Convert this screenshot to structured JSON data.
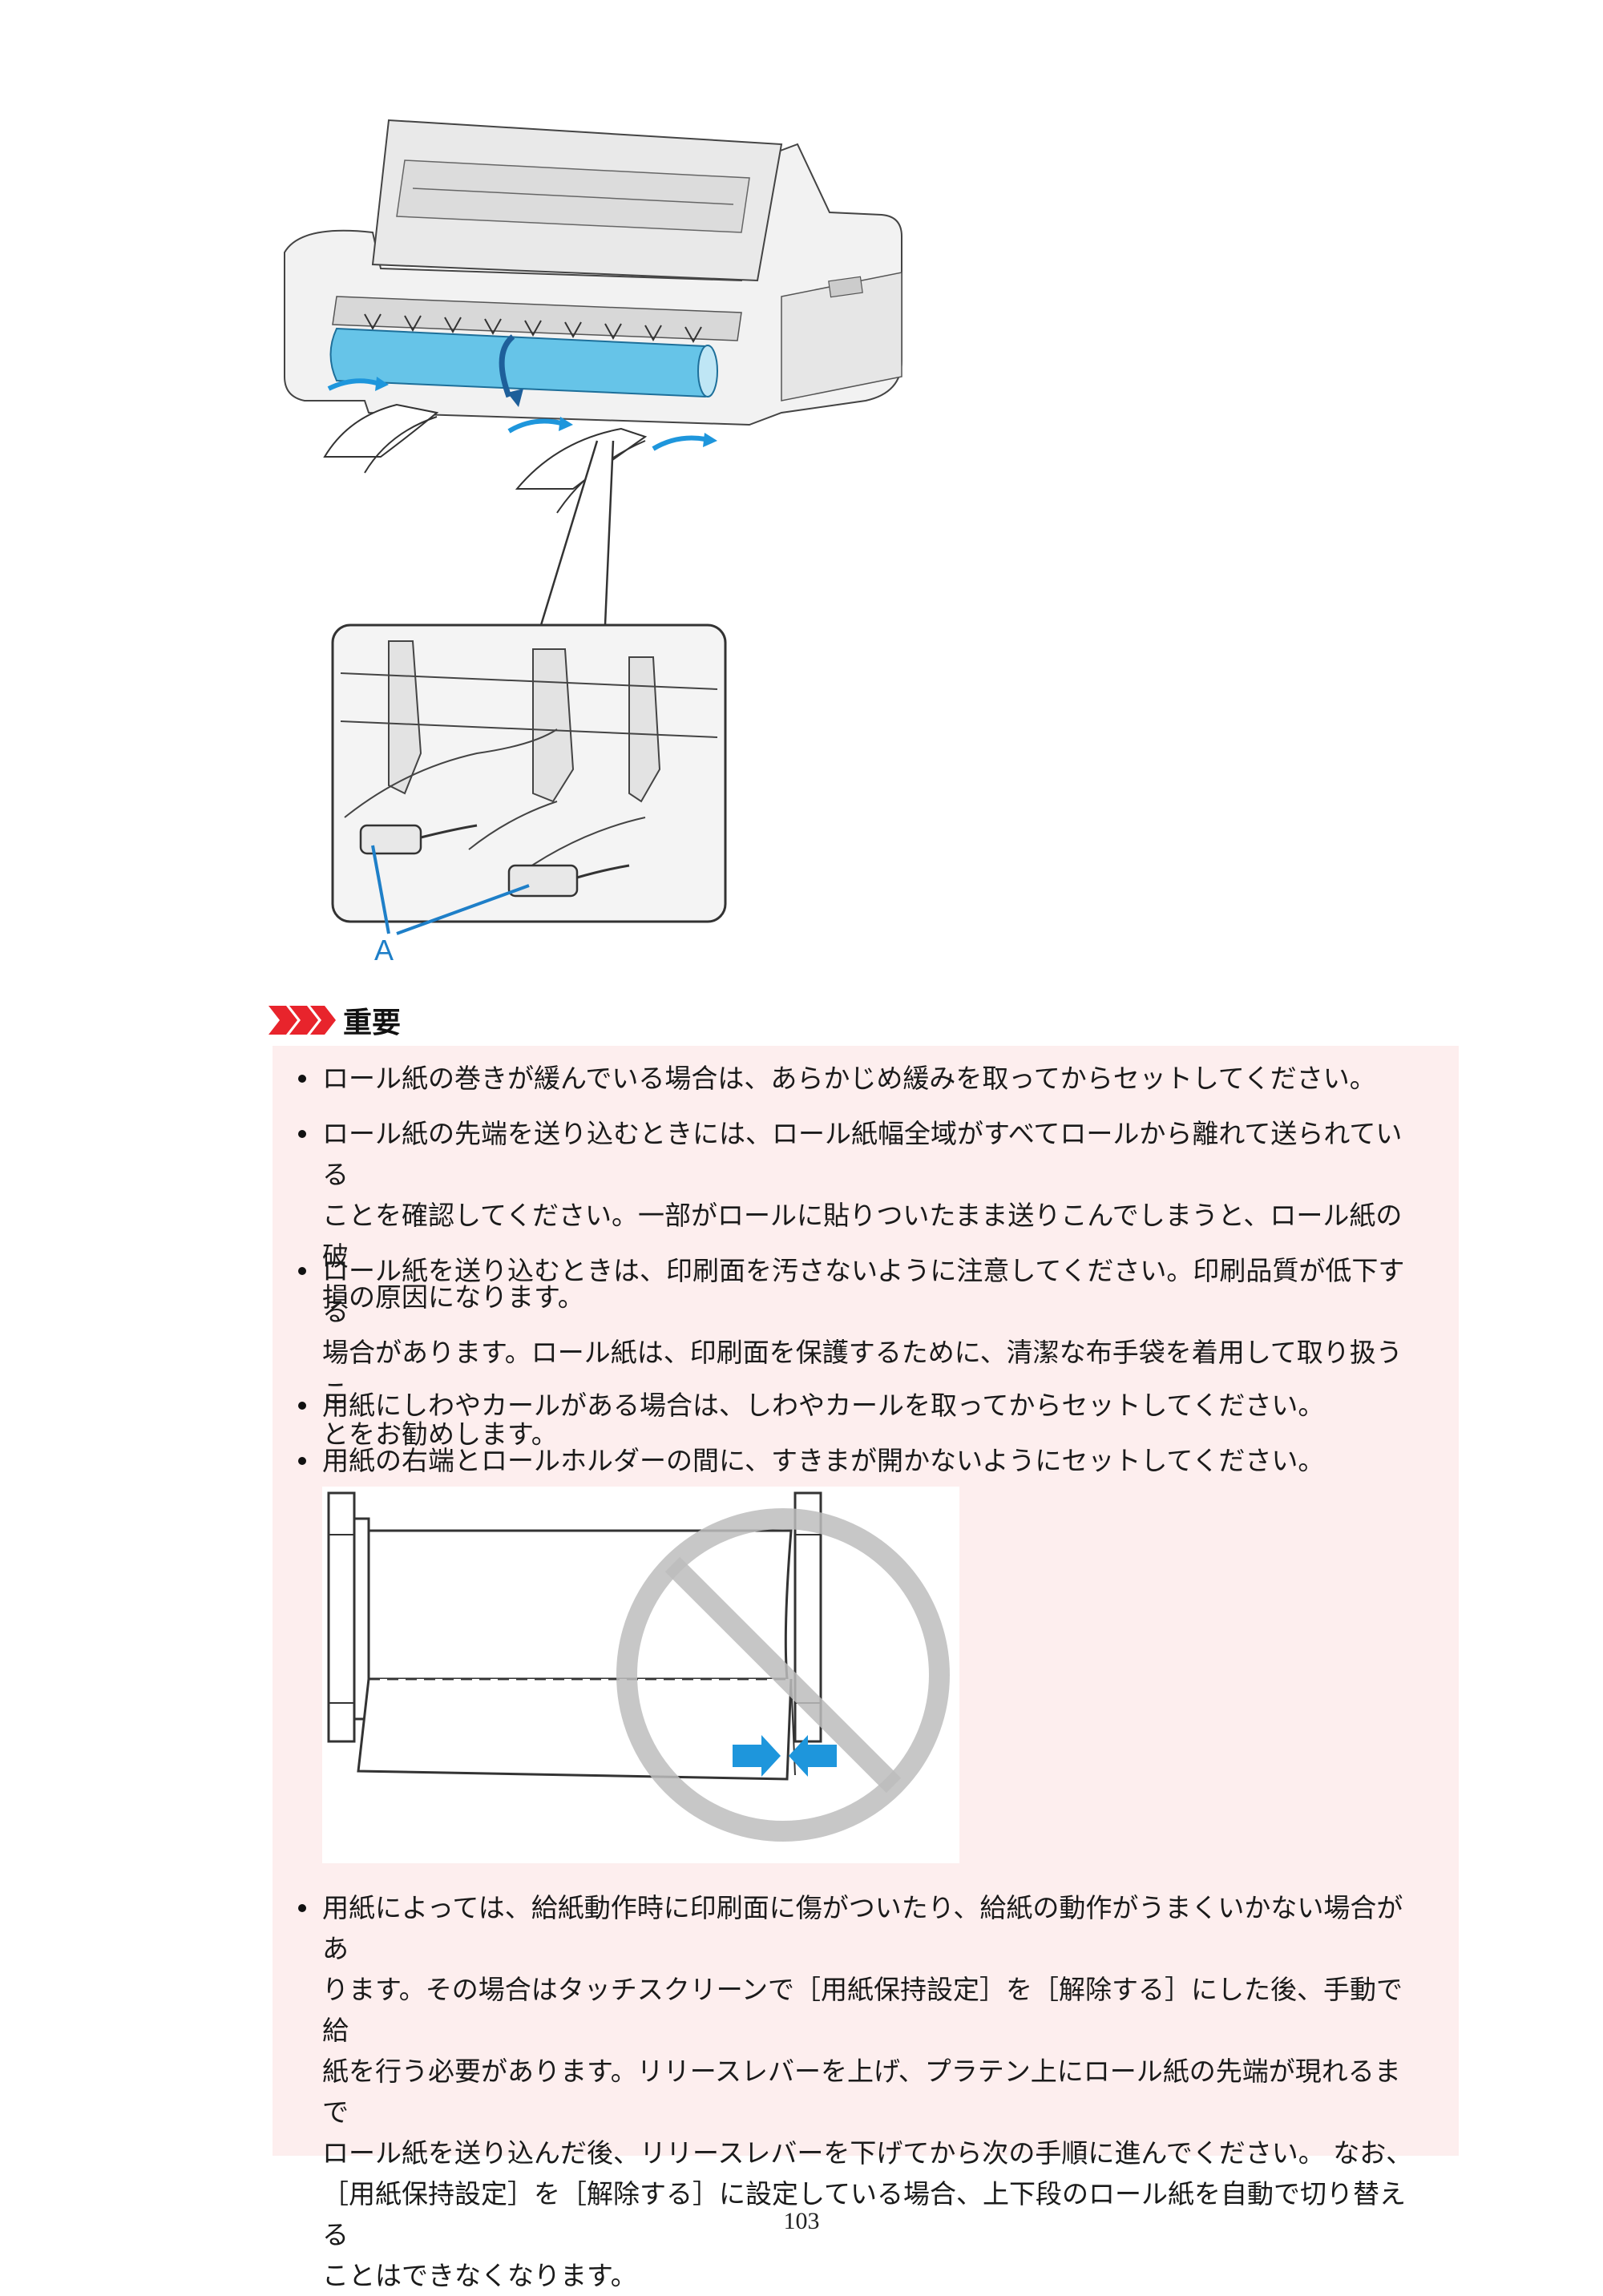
{
  "figures": {
    "printer_callout_label": "A"
  },
  "important": {
    "title": "重要",
    "items": [
      {
        "lines": [
          "ロール紙の巻きが緩んでいる場合は、あらかじめ緩みを取ってからセットしてください。"
        ]
      },
      {
        "lines": [
          "ロール紙の先端を送り込むときには、ロール紙幅全域がすべてロールから離れて送られている",
          "ことを確認してください。一部がロールに貼りついたまま送りこんでしまうと、ロール紙の破",
          "損の原因になります。"
        ]
      },
      {
        "lines": [
          "ロール紙を送り込むときは、印刷面を汚さないように注意してください。印刷品質が低下する",
          "場合があります。ロール紙は、印刷面を保護するために、清潔な布手袋を着用して取り扱うこ",
          "とをお勧めします。"
        ]
      },
      {
        "lines": [
          "用紙にしわやカールがある場合は、しわやカールを取ってからセットしてください。"
        ]
      },
      {
        "lines": [
          "用紙の右端とロールホルダーの間に、すきまが開かないようにセットしてください。"
        ]
      },
      {
        "lines": [
          "用紙によっては、給紙動作時に印刷面に傷がついたり、給紙の動作がうまくいかない場合があ",
          "ります。その場合はタッチスクリーンで［用紙保持設定］を［解除する］にした後、手動で給",
          "紙を行う必要があります。リリースレバーを上げ、プラテン上にロール紙の先端が現れるまで",
          "ロール紙を送り込んだ後、リリースレバーを下げてから次の手順に進んでください。 なお、",
          "［用紙保持設定］を［解除する］に設定している場合、上下段のロール紙を自動で切り替える",
          "ことはできなくなります。"
        ]
      }
    ]
  },
  "page_number": "103",
  "colors": {
    "important_bg": "#fdeeee",
    "accent_red": "#e8242c",
    "paper_blue": "#66c4e8",
    "arrow_blue": "#1e96dc"
  }
}
